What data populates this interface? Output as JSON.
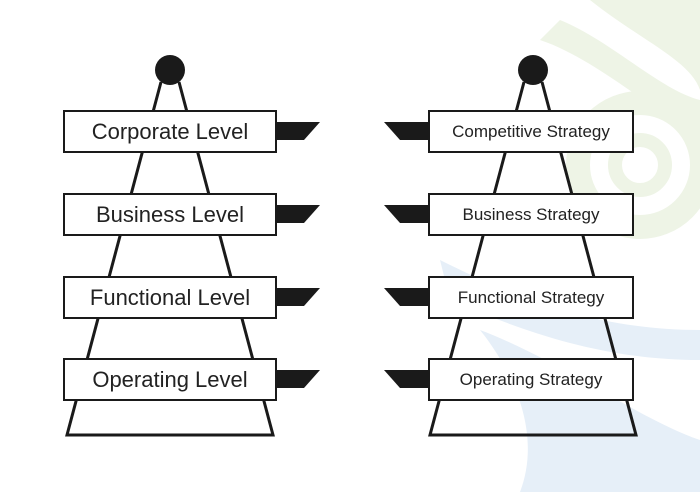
{
  "colors": {
    "stroke": "#1a1a1a",
    "box_fill": "#ffffff",
    "text": "#222222",
    "deco_green": "#eef4e6",
    "deco_blue": "#e6eff8"
  },
  "left_pyramid": {
    "levels": [
      {
        "label": "Corporate Level"
      },
      {
        "label": "Business Level"
      },
      {
        "label": "Functional Level"
      },
      {
        "label": "Operating Level"
      }
    ]
  },
  "right_pyramid": {
    "levels": [
      {
        "label": "Competitive Strategy"
      },
      {
        "label": "Business Strategy"
      },
      {
        "label": "Functional Strategy"
      },
      {
        "label": "Operating Strategy"
      }
    ]
  }
}
